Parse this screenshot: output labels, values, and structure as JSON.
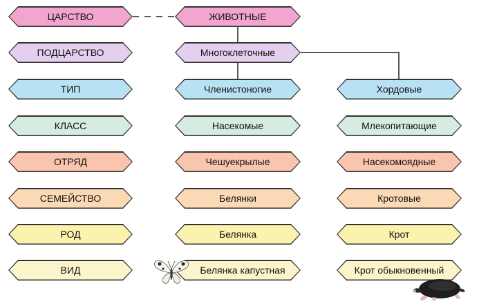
{
  "ranks": [
    {
      "label": "ЦАРСТВО",
      "color": "#f2a6cf"
    },
    {
      "label": "ПОДЦАРСТВО",
      "color": "#e4d0ee"
    },
    {
      "label": "ТИП",
      "color": "#b9e1f4"
    },
    {
      "label": "КЛАСС",
      "color": "#d6ece0"
    },
    {
      "label": "ОТРЯД",
      "color": "#f9c5ae"
    },
    {
      "label": "СЕМЕЙСТВО",
      "color": "#fbd9b5"
    },
    {
      "label": "РОД",
      "color": "#fbf2ad"
    },
    {
      "label": "ВИД",
      "color": "#fcf5cc"
    }
  ],
  "kingdom": "ЖИВОТНЫЕ",
  "subkingdom": "Многоклеточные",
  "butterfly_branch": [
    "Членистоногие",
    "Насекомые",
    "Чешуекрылые",
    "Белянки",
    "Белянка",
    "Белянка капустная"
  ],
  "mole_branch": [
    "Хордовые",
    "Млекопитающие",
    "Насекомоядные",
    "Кротовые",
    "Крот",
    "Крот обыкновенный"
  ],
  "icons": {
    "butterfly": "butterfly-icon",
    "mole": "mole-icon"
  }
}
